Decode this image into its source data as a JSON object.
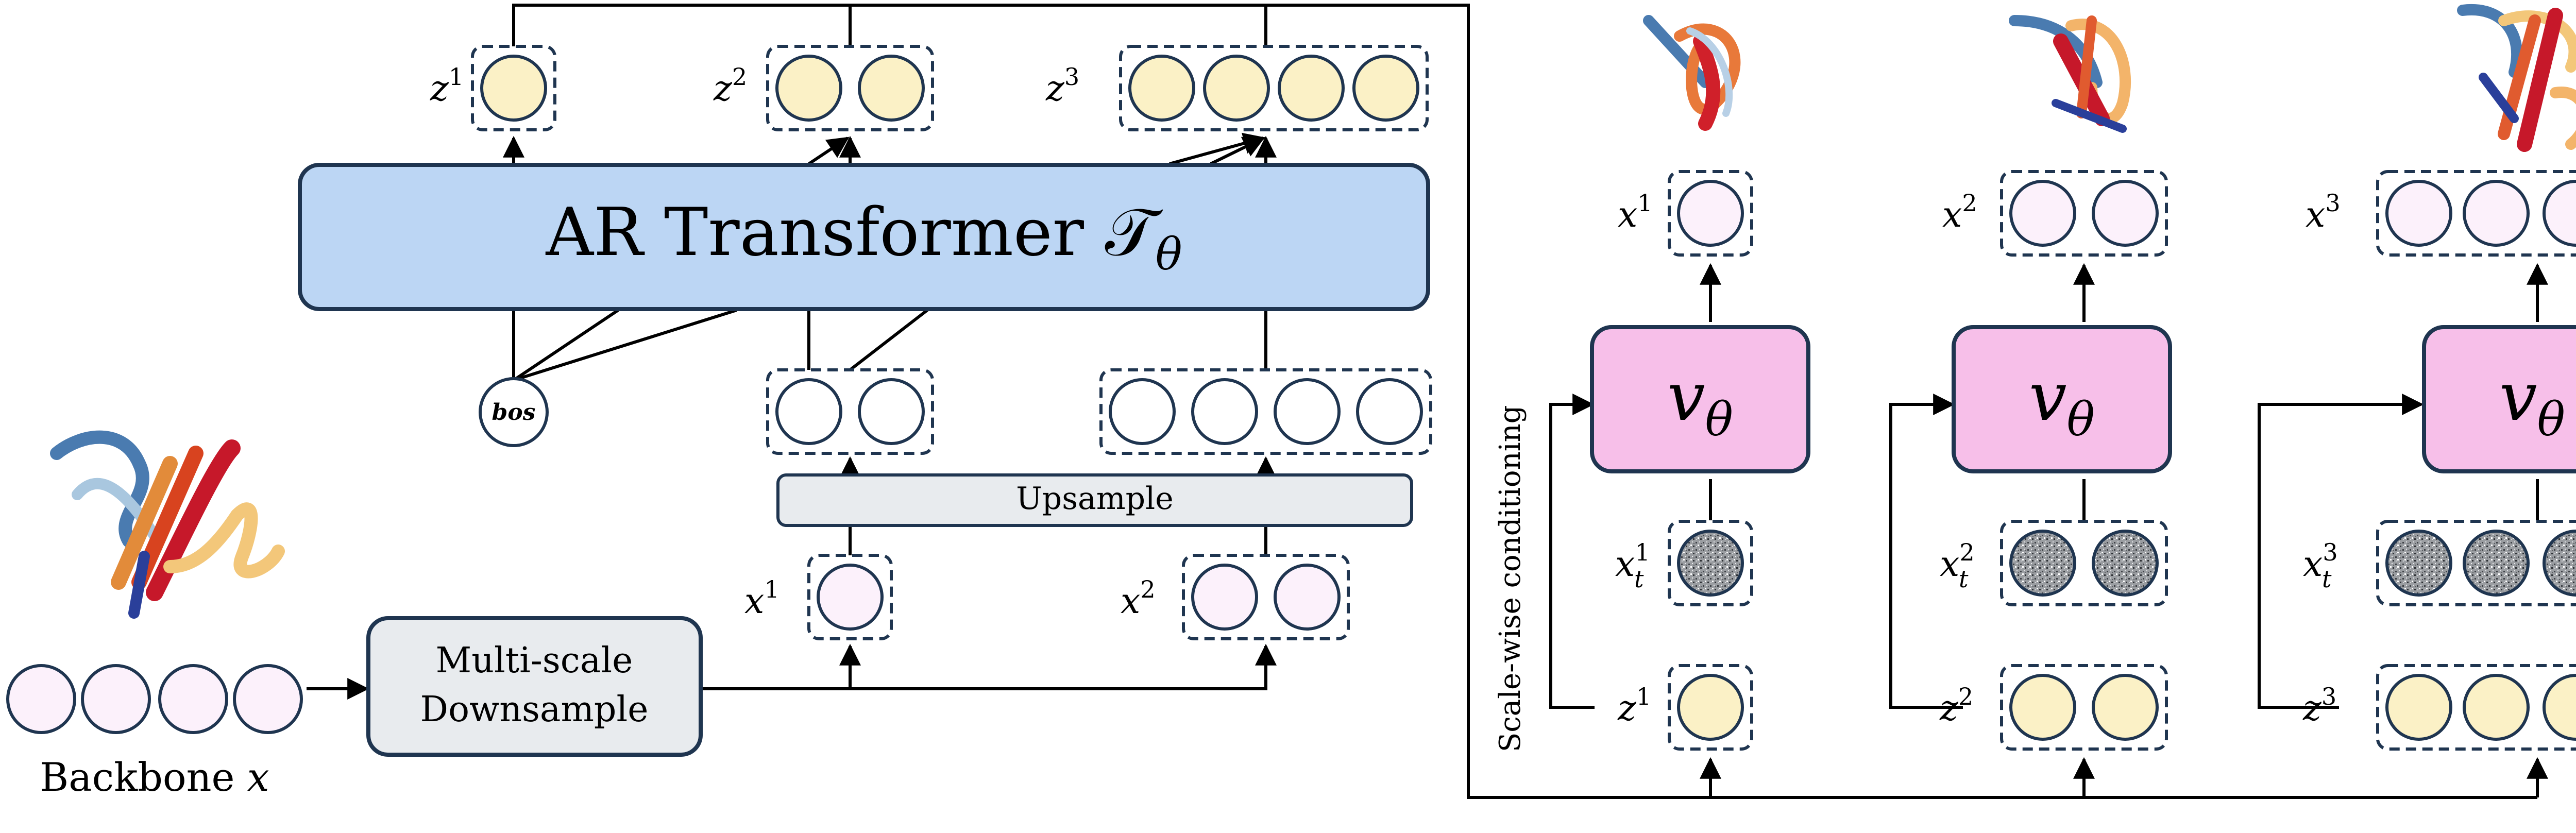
{
  "colors": {
    "transformer_fill": "#bcd6f4",
    "transformer_stroke": "#1f3550",
    "velocity_fill": "#f7bfe9",
    "latent_fill": "#fbf1c6",
    "backbone_fill": "#fcf1fb",
    "gray_box_fill": "#e8ebee",
    "noise_fill": "#8a8d91"
  },
  "left_panel": {
    "transformer_label": "AR Transformer 𝒯",
    "transformer_sub": "θ",
    "bos_label": "bos",
    "upsample_label": "Upsample",
    "downsample_line1": "Multi-scale",
    "downsample_line2": "Downsample",
    "backbone_label": "Backbone ",
    "backbone_var": "x",
    "z1": {
      "base": "z",
      "sup": "1"
    },
    "z2": {
      "base": "z",
      "sup": "2"
    },
    "z3": {
      "base": "z",
      "sup": "3"
    },
    "x1": {
      "base": "x",
      "sup": "1"
    },
    "x2": {
      "base": "x",
      "sup": "2"
    }
  },
  "right_panel": {
    "conditioning_label": "Scale-wise conditioning",
    "v_label": "v",
    "v_sub": "θ",
    "scales": [
      {
        "x": {
          "base": "x",
          "sup": "1"
        },
        "xt": {
          "base": "x",
          "sup": "1",
          "sub": "t"
        },
        "z": {
          "base": "z",
          "sup": "1"
        }
      },
      {
        "x": {
          "base": "x",
          "sup": "2"
        },
        "xt": {
          "base": "x",
          "sup": "2",
          "sub": "t"
        },
        "z": {
          "base": "z",
          "sup": "2"
        }
      },
      {
        "x": {
          "base": "x",
          "sup": "3"
        },
        "xt": {
          "base": "x",
          "sup": "3",
          "sub": "t"
        },
        "z": {
          "base": "z",
          "sup": "3"
        }
      }
    ]
  }
}
